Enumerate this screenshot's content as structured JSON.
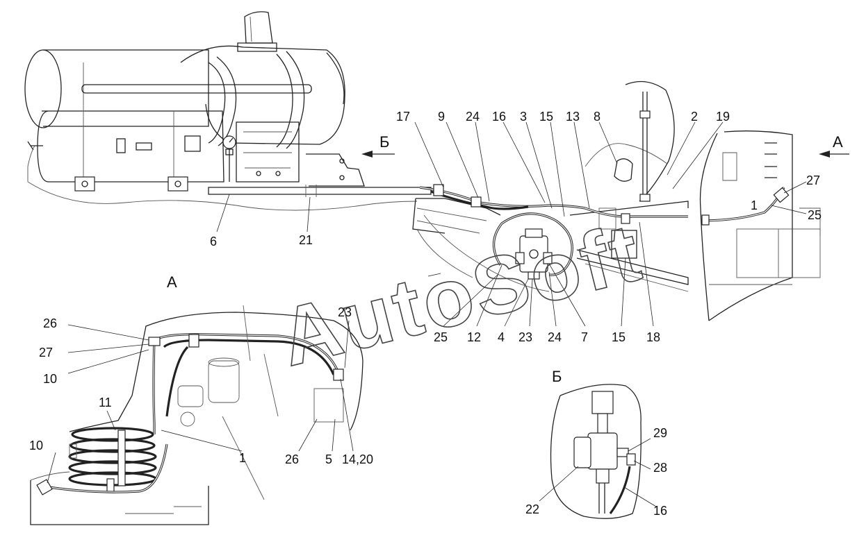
{
  "watermark": "AutoSoft",
  "views": {
    "A_arrow_label": "А",
    "B_arrow_label": "Б",
    "A_section_label": "А",
    "B_section_label": "Б"
  },
  "callouts": {
    "top": [
      "17",
      "9",
      "24",
      "16",
      "3",
      "15",
      "13",
      "8",
      "2",
      "19"
    ],
    "main_left": [
      "6",
      "21"
    ],
    "main_bottom": [
      "25",
      "12",
      "4",
      "23",
      "24",
      "7",
      "15",
      "18"
    ],
    "view_a_right": [
      "27",
      "1",
      "25"
    ],
    "view_a_detail": [
      "26",
      "27",
      "10",
      "23",
      "11",
      "10",
      "1",
      "26",
      "5",
      "14,20"
    ],
    "view_b_detail": [
      "29",
      "28",
      "22",
      "16"
    ]
  }
}
